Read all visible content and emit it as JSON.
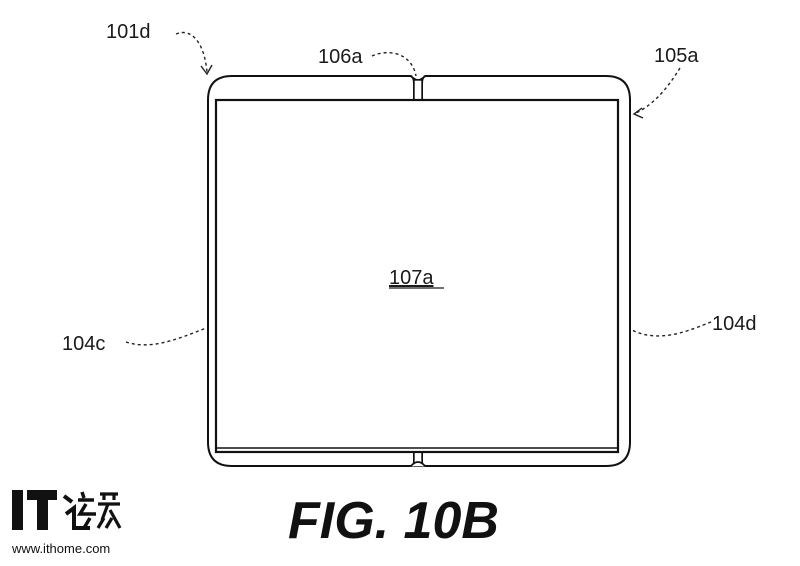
{
  "labels": {
    "device_top_left": "101d",
    "hinge_top": "106a",
    "device_top_right": "105a",
    "left_side": "104c",
    "right_side": "104d",
    "display_center": "107a"
  },
  "caption": "FIG. 10B",
  "watermark": {
    "logo_mark": "IT之家",
    "url": "www.ithome.com"
  },
  "colors": {
    "ink": "#111111",
    "background": "#ffffff"
  }
}
